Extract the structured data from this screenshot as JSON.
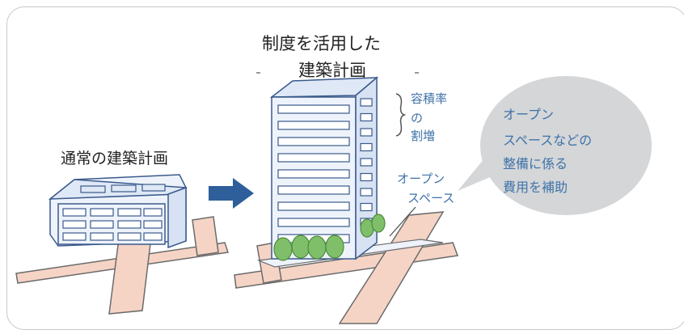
{
  "labels": {
    "title_line1": "制度を活用した",
    "title_line2": "建築計画",
    "normal_plan": "通常の建築計画",
    "floor_area_line1": "容積率",
    "floor_area_line2": "の",
    "floor_area_line3": "割増",
    "open_space_line1": "オープン",
    "open_space_line2": "スペース"
  },
  "bubble": {
    "line1": "オープン",
    "line2": "スペースなどの",
    "line3": "整備に係る",
    "line4": "費用を補助"
  },
  "colors": {
    "building_fill": "#eef3fb",
    "building_stroke": "#3a5a8c",
    "road": "#f5d4c6",
    "arrow": "#2e5f9a",
    "tree": "#7fbf6a",
    "bubble": "#d4d6d8",
    "blue_text": "#3f72a8"
  }
}
